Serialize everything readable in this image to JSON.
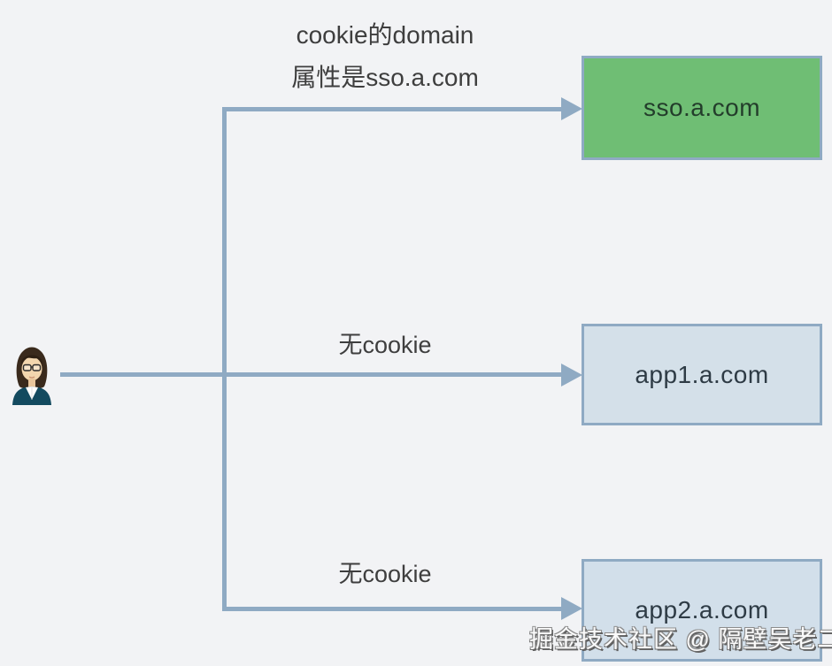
{
  "diagram": {
    "title_label": {
      "line1": "cookie的domain",
      "line2": "属性是sso.a.com"
    },
    "nodes": [
      {
        "id": "sso",
        "label": "sso.a.com",
        "fill": "#6fbe74",
        "border": "#8faac3"
      },
      {
        "id": "app1",
        "label": "app1.a.com",
        "fill": "#d4e0e9",
        "border": "#8faac3"
      },
      {
        "id": "app2",
        "label": "app2.a.com",
        "fill": "#d2dfea",
        "border": "#8faac3"
      }
    ],
    "edge_labels": {
      "to_app1": "无cookie",
      "to_app2": "无cookie"
    },
    "actor": {
      "icon": "woman-user-icon"
    },
    "colors": {
      "background": "#f2f3f5",
      "connector": "#8faac3",
      "label_text": "#3e3e3e"
    }
  },
  "watermark": {
    "text": "掘金技术社区 @ 隔壁吴老二"
  }
}
